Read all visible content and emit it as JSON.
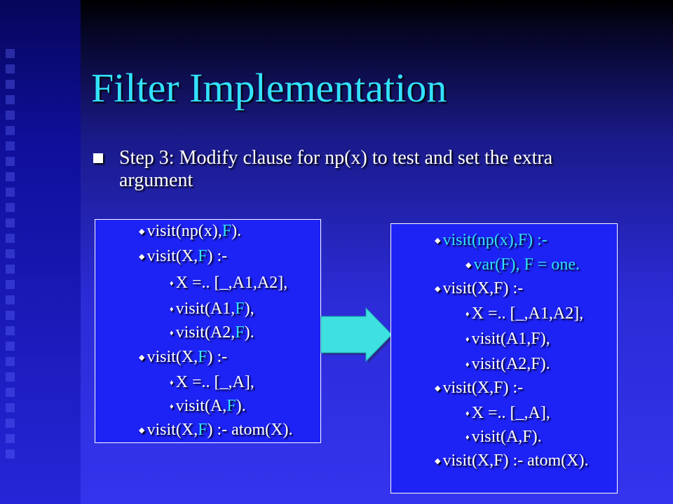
{
  "slide": {
    "title": "Filter Implementation",
    "bullet": "Step 3: Modify clause for np(x) to test and set the extra argument"
  },
  "left_box": {
    "lines": [
      {
        "level": 1,
        "parts": [
          "visit(np(x),",
          "F",
          ")."
        ]
      },
      {
        "level": 1,
        "parts": [
          "visit(X,",
          "F",
          ") :-"
        ]
      },
      {
        "level": 2,
        "parts": [
          "X =.. [_,A1,A2],"
        ]
      },
      {
        "level": 2,
        "parts": [
          "visit(A1,",
          "F",
          "),"
        ]
      },
      {
        "level": 2,
        "parts": [
          "visit(A2,",
          "F",
          ")."
        ]
      },
      {
        "level": 1,
        "parts": [
          "visit(X,",
          "F",
          ") :-"
        ]
      },
      {
        "level": 2,
        "parts": [
          "X =.. [_,A],"
        ]
      },
      {
        "level": 2,
        "parts": [
          "visit(A,",
          "F",
          ")."
        ]
      },
      {
        "level": 1,
        "parts": [
          "visit(X,",
          "F",
          ") :- atom(X)."
        ]
      }
    ]
  },
  "right_box": {
    "lines": [
      {
        "level": 1,
        "text": "visit(np(x),F) :-",
        "highlight": true
      },
      {
        "level": 2,
        "text": "var(F), F = one.",
        "highlight": true
      },
      {
        "level": 1,
        "text": "visit(X,F) :-"
      },
      {
        "level": 2,
        "text": "X =.. [_,A1,A2],"
      },
      {
        "level": 2,
        "text": "visit(A1,F),"
      },
      {
        "level": 2,
        "text": "visit(A2,F)."
      },
      {
        "level": 1,
        "text": "visit(X,F) :-"
      },
      {
        "level": 2,
        "text": "X =.. [_,A],"
      },
      {
        "level": 2,
        "text": "visit(A,F)."
      },
      {
        "level": 1,
        "text": "visit(X,F) :- atom(X)."
      }
    ]
  },
  "colors": {
    "title": "#33e1ff",
    "highlight": "#33e1ff",
    "text": "#ffffff",
    "arrow": "#3ee0e0"
  }
}
